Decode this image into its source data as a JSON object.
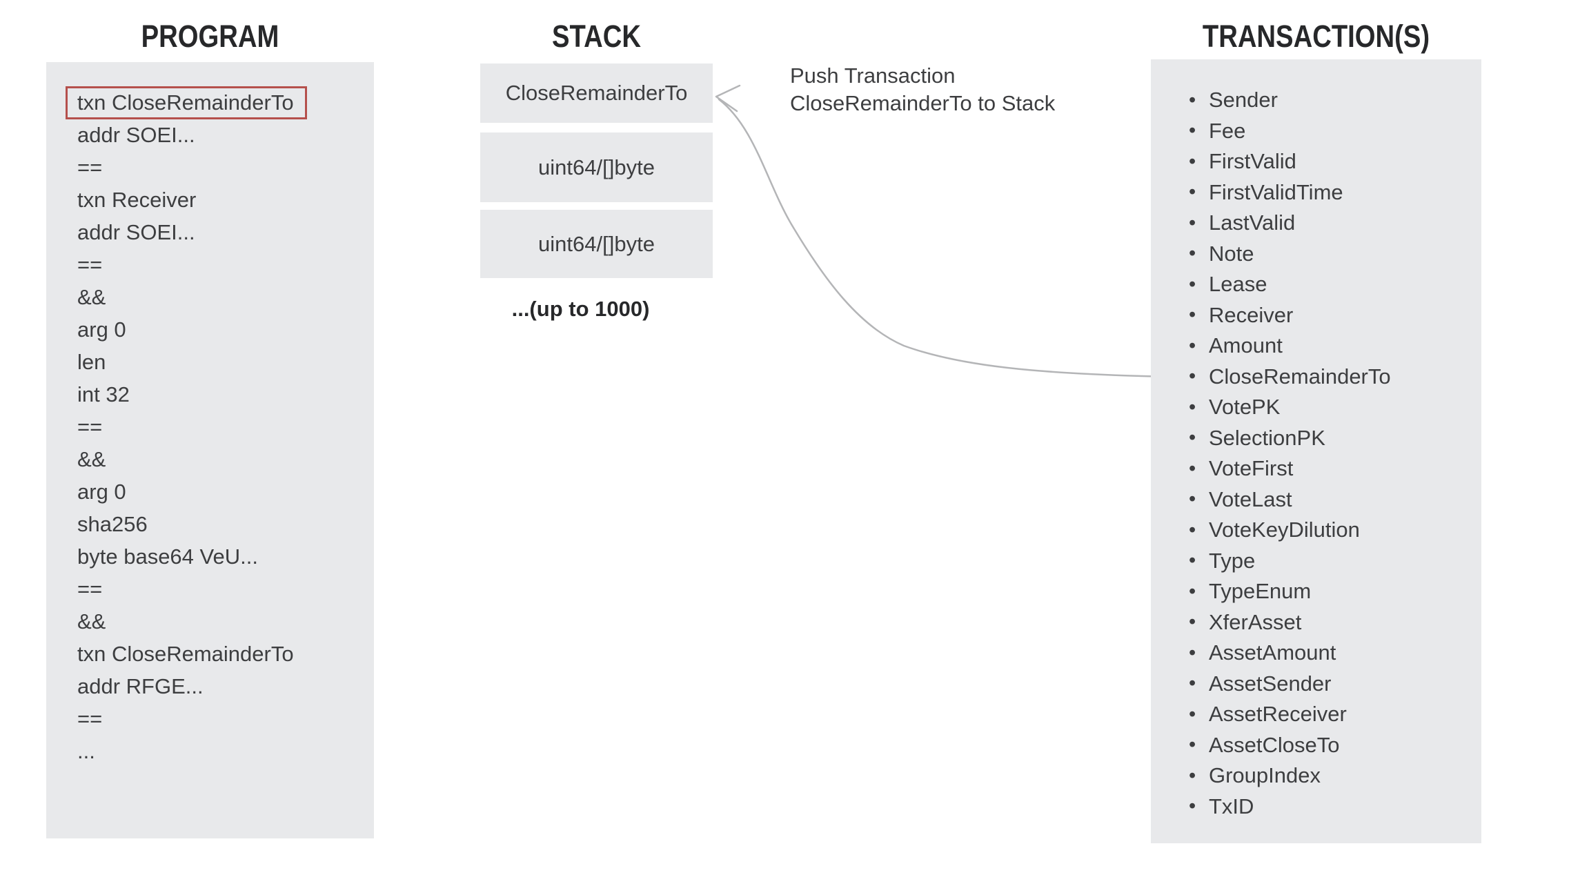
{
  "program": {
    "title": "PROGRAM",
    "highlighted_index": 0,
    "lines": [
      "txn CloseRemainderTo",
      "addr SOEI...",
      "==",
      "txn Receiver",
      "addr SOEI...",
      "==",
      "&&",
      "arg 0",
      "len",
      "int 32",
      "==",
      "&&",
      "arg 0",
      "sha256",
      "byte base64 VeU...",
      "==",
      "&&",
      "txn CloseRemainderTo",
      "addr RFGE...",
      "==",
      "..."
    ]
  },
  "stack": {
    "title": "STACK",
    "items": [
      "CloseRemainderTo",
      "uint64/[]byte",
      "uint64/[]byte"
    ],
    "overflow_note": "...(up to 1000)"
  },
  "annotation": {
    "line1": "Push Transaction",
    "line2": "CloseRemainderTo to Stack"
  },
  "transactions": {
    "title": "TRANSACTION(S)",
    "bullet": "•",
    "arrow_target": "CloseRemainderTo",
    "fields": [
      "Sender",
      "Fee",
      "FirstValid",
      "FirstValidTime",
      "LastValid",
      "Note",
      "Lease",
      "Receiver",
      "Amount",
      "CloseRemainderTo",
      "VotePK",
      "SelectionPK",
      "VoteFirst",
      "VoteLast",
      "VoteKeyDilution",
      "Type",
      "TypeEnum",
      "XferAsset",
      "AssetAmount",
      "AssetSender",
      "AssetReceiver",
      "AssetCloseTo",
      "GroupIndex",
      "TxID"
    ]
  },
  "colors": {
    "box_bg": "#e8e9eb",
    "text": "#3d3e40",
    "heading": "#27282a",
    "highlight_border": "#b5504c",
    "arrow": "#b4b5b7"
  }
}
